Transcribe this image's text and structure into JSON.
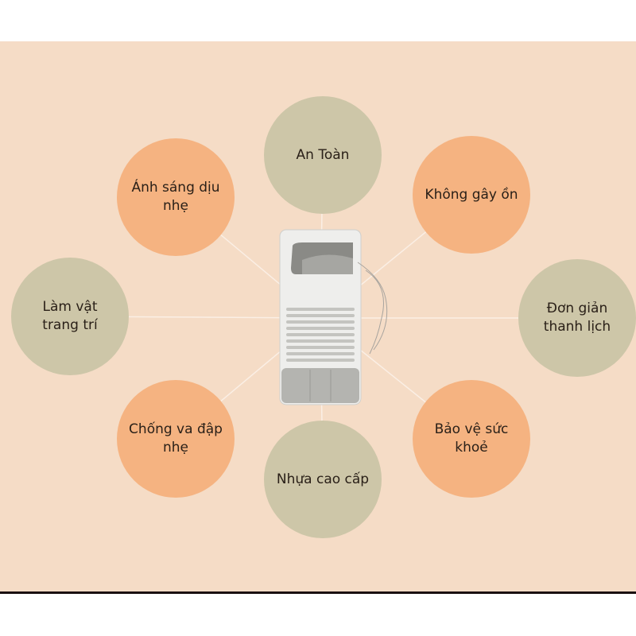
{
  "colors": {
    "background": "#f5dcc6",
    "orange": "#f5b381",
    "gray": "#cdc6a8"
  },
  "features": [
    {
      "id": "an-toan",
      "label": "An Toàn",
      "color": "gray"
    },
    {
      "id": "anh-sang",
      "label": "Ánh sáng dịu nhẹ",
      "color": "orange"
    },
    {
      "id": "khong-gay-on",
      "label": "Không gây ồn",
      "color": "orange"
    },
    {
      "id": "lam-vat-trang-tri",
      "label": "Làm vật trang trí",
      "color": "gray"
    },
    {
      "id": "don-gian",
      "label": "Đơn giản thanh lịch",
      "color": "gray"
    },
    {
      "id": "chong-va",
      "label": "Chống va đập nhẹ",
      "color": "orange"
    },
    {
      "id": "bao-ve",
      "label": "Bảo vệ sức khoẻ",
      "color": "orange"
    },
    {
      "id": "nhua",
      "label": "Nhựa cao cấp",
      "color": "gray"
    }
  ]
}
